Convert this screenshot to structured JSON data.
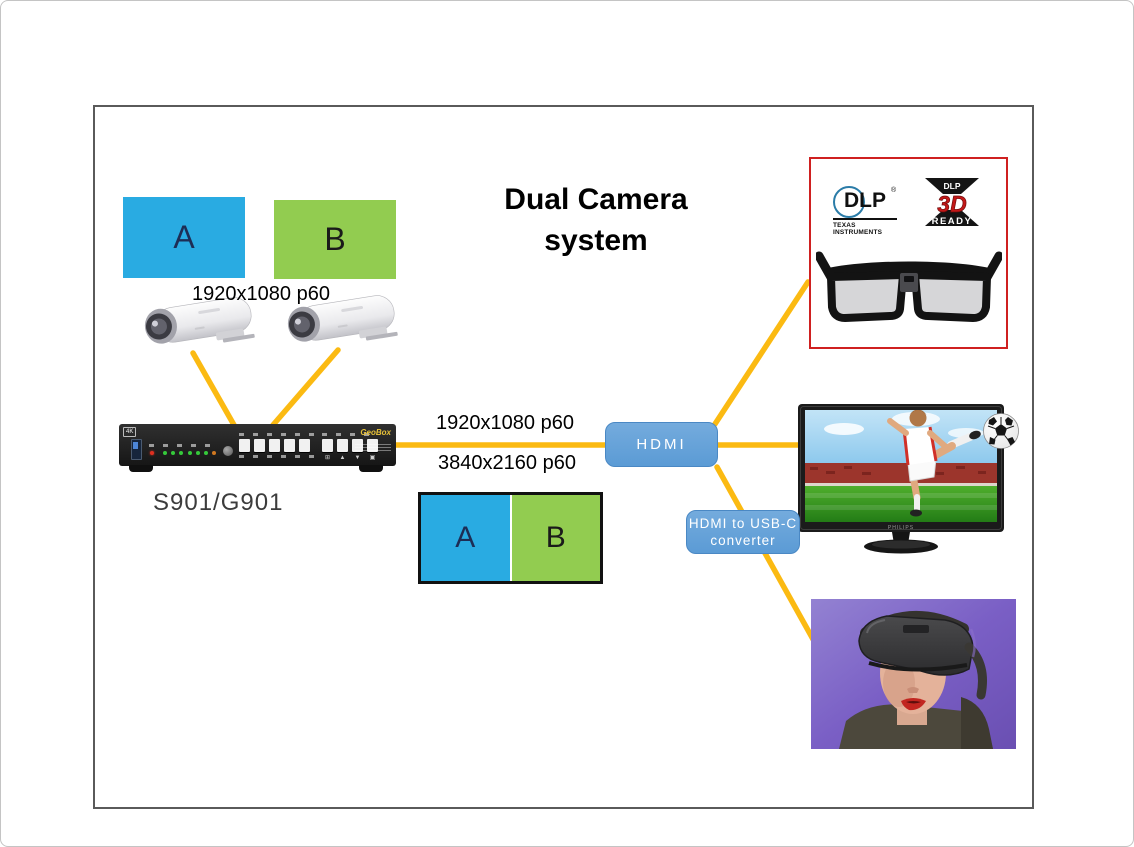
{
  "slide": {
    "title_line1": "Dual Camera",
    "title_line2": "system"
  },
  "sources": {
    "frame_a_label": "A",
    "frame_b_label": "B",
    "camera_resolution": "1920x1080 p60"
  },
  "processor": {
    "model": "S901/G901",
    "brand": "GeoBox",
    "badge_4k": "4K"
  },
  "connections": {
    "hdmi_label": "HDMI",
    "input_resolution": "1920x1080 p60",
    "output_resolution": "3840x2160 p60",
    "converter_line1": "HDMI to USB-C",
    "converter_line2": "converter"
  },
  "combined_output": {
    "left_label": "A",
    "right_label": "B"
  },
  "displays": {
    "glasses": {
      "dlp_logo": "DLP",
      "dlp_registered": "®",
      "dlp_subtitle": "TEXAS INSTRUMENTS",
      "badge_top": "DLP",
      "badge_middle": "3D",
      "badge_bottom": "READY"
    },
    "tv": {
      "brand": "PHILIPS"
    }
  },
  "colors": {
    "connector_line": "#FBBA12",
    "frame_a_blue": "#29ABE2",
    "frame_b_green": "#92CC50",
    "node_blue": "#5B9BD5",
    "glasses_panel_border": "#CF2020",
    "vr_background": "#7A5FC5"
  }
}
